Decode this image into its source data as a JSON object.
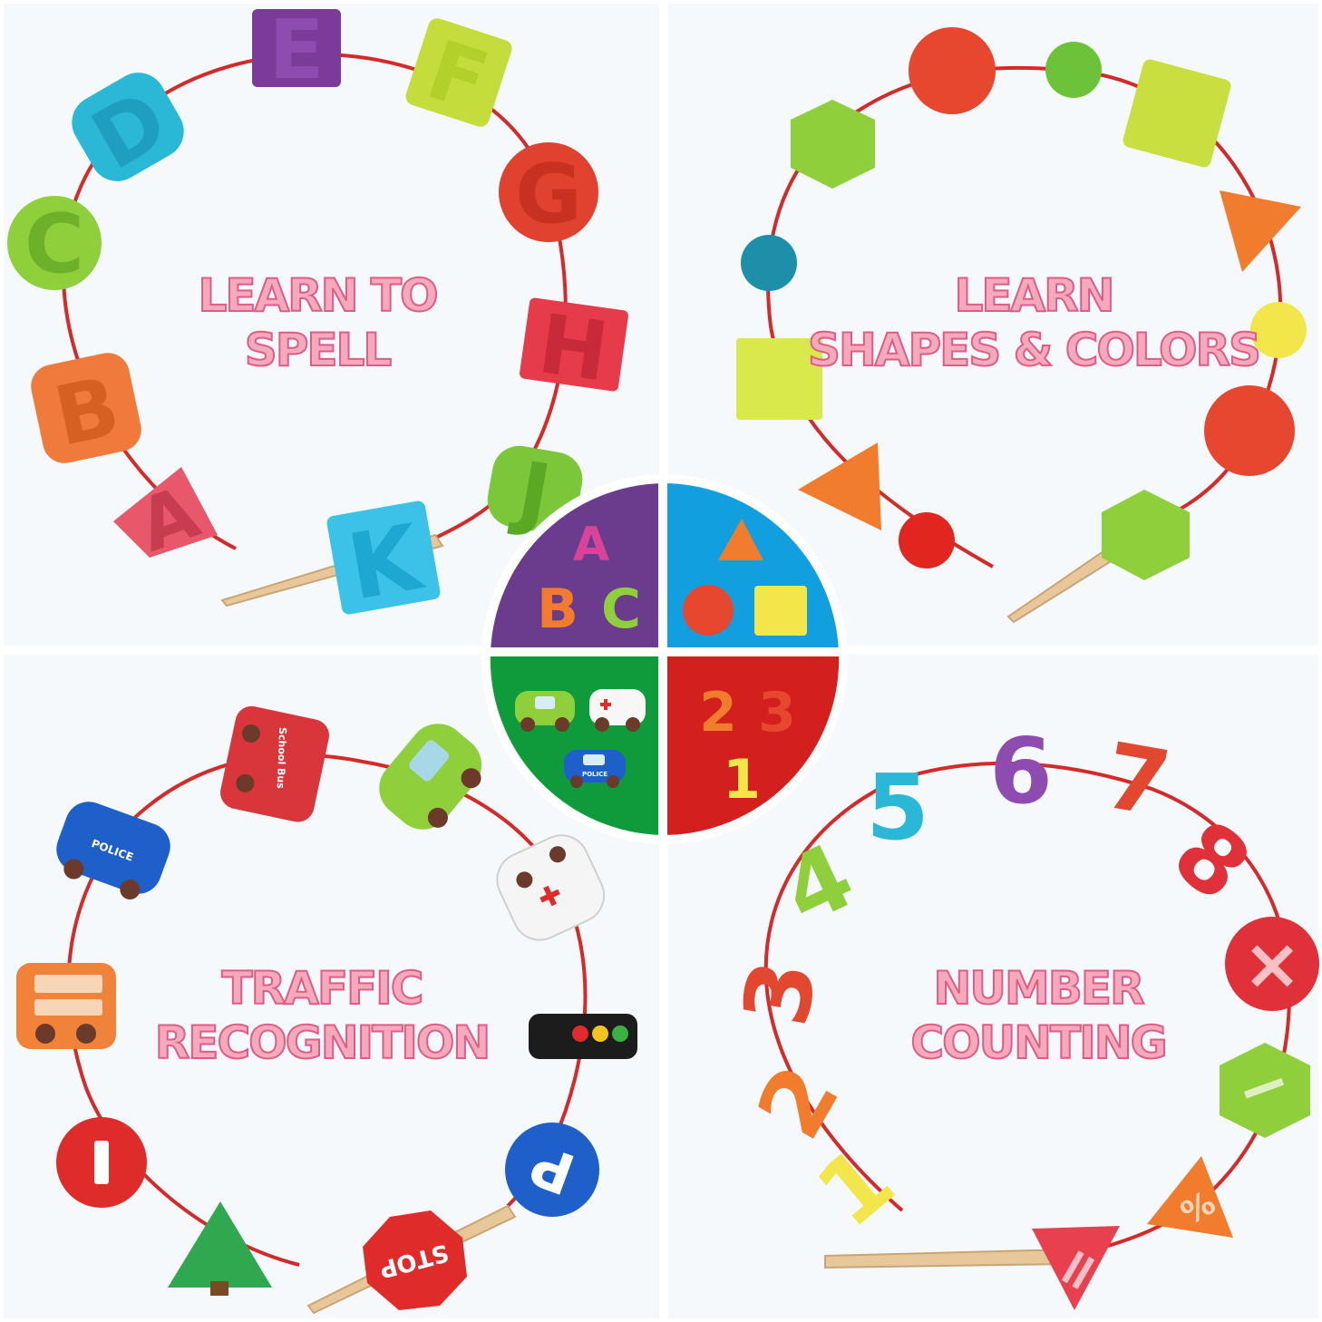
{
  "captions": {
    "spell": {
      "line1": "LEARN TO",
      "line2": "SPELL"
    },
    "shapes": {
      "line1": "LEARN",
      "line2": "SHAPES & COLORS"
    },
    "traffic": {
      "line1": "TRAFFIC",
      "line2": "RECOGNITION"
    },
    "numbers": {
      "line1": "NUMBER",
      "line2": "COUNTING"
    }
  },
  "letters": [
    "E",
    "F",
    "D",
    "G",
    "C",
    "H",
    "B",
    "J",
    "A",
    "K"
  ],
  "badge": {
    "abc": [
      "A",
      "B",
      "C"
    ],
    "numbers": [
      "2",
      "3",
      "1"
    ],
    "police_label": "POLICE"
  },
  "vehicles": {
    "school_bus": "School Bus",
    "police": "POLICE",
    "stop": "STOP",
    "parking": "P"
  },
  "number_beads": [
    "5",
    "6",
    "7",
    "4",
    "8",
    "3",
    "2",
    "1"
  ],
  "symbol_beads": [
    "×",
    "−",
    "%",
    "="
  ],
  "colors": {
    "cord": "#d42a2a",
    "caption_fill": "#f4a9bd",
    "caption_stroke": "#e05c86",
    "purple": "#6b3b8e",
    "blue": "#129fe0",
    "green": "#0f9a3c",
    "red": "#d41f1f"
  }
}
